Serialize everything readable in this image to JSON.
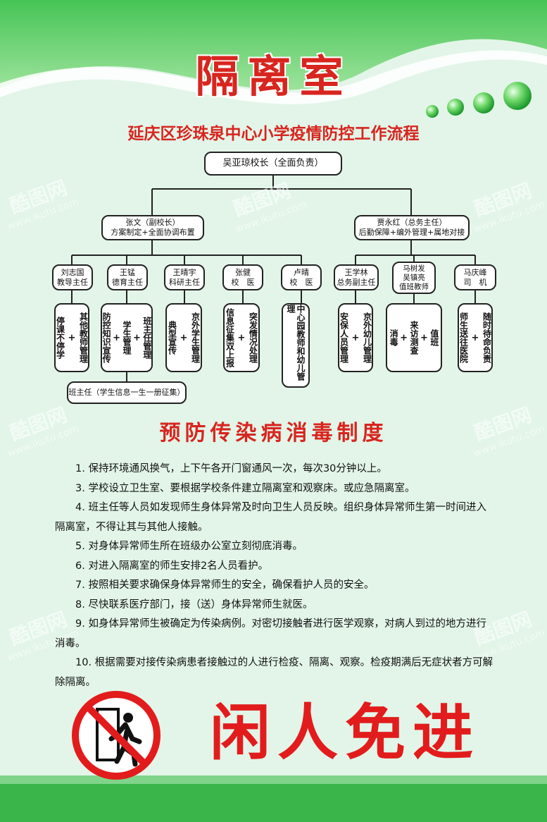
{
  "title": "隔离室",
  "subtitle": "延庆区珍珠泉中心小学疫情防控工作流程",
  "org": {
    "root": "吴亚琼校长（全面负责）",
    "left_head": {
      "l1": "张文（副校长）",
      "l2": "方案制定+全面协调布置"
    },
    "right_head": {
      "l1": "贾永红（总务主任）",
      "l2": "后勤保障+编外管理+属地对接"
    },
    "members": [
      {
        "l1": "刘志国",
        "l2": "教导主任"
      },
      {
        "l1": "王锰",
        "l2": "德育主任"
      },
      {
        "l1": "王晴宇",
        "l2": "科研主任"
      },
      {
        "l1": "张健",
        "l2": "校　医"
      },
      {
        "l1": "卢晴",
        "l2": "校　医"
      },
      {
        "l1": "王学林",
        "l2": "总务副主任"
      },
      {
        "l1": "马树发",
        "l2": "吴镇亮",
        "l3": "值班教师"
      },
      {
        "l1": "马庆峰",
        "l2": "司　机"
      }
    ],
    "tasks": [
      [
        "停课不停学",
        "其他教师管理"
      ],
      [
        "防控知识宣传",
        "学生管理",
        "班主任管理"
      ],
      [
        "典型宣传",
        "京外学生管理"
      ],
      [
        "信息征集双上报",
        "突发情况处理"
      ],
      [
        "中心园教师和幼儿管理"
      ],
      [
        "安保人员管理",
        "京外幼儿管理"
      ],
      [
        "消毒",
        "来访测查",
        "值班"
      ],
      [
        "师生送往医院",
        "随时待命负责"
      ]
    ],
    "class_teacher": "班主任（学生信息一生一册征集）"
  },
  "section2_title": "预防传染病消毒制度",
  "rules": [
    "1. 保持环境通风换气，上下午各开门窗通风一次，每次30分钟以上。",
    "3. 学校设立卫生室、要根据学校条件建立隔离室和观察床。或应急隔离室。",
    "4. 班主任等人员如发现师生身体异常及时向卫生人员反映。组织身体异常师生第一时间进入隔离室，不得让其与其他人接触。",
    "5. 对身体异常师生所在班级办公室立刻彻底消毒。",
    "6. 对进入隔离室的师生安排2名人员看护。",
    "7. 按照相关要求确保身体异常师生的安全，确保看护人员的安全。",
    "8. 尽快联系医疗部门，接（送）身体异常师生就医。",
    "9. 如身体异常师生被确定为传染病例。对密切接触者进行医学观察，对病人到过的地方进行消毒。",
    "10. 根据需要对接传染病患者接触过的人进行检疫、隔离、观察。检疫期满后无症状者方可解除隔离。"
  ],
  "notice": "闲人免进",
  "watermark": {
    "brand": "酷图网",
    "url": "www.ikutu.com"
  },
  "colors": {
    "accent_red": "#d8251f",
    "green": "#2fb84a",
    "bg": "#dff3e6"
  }
}
